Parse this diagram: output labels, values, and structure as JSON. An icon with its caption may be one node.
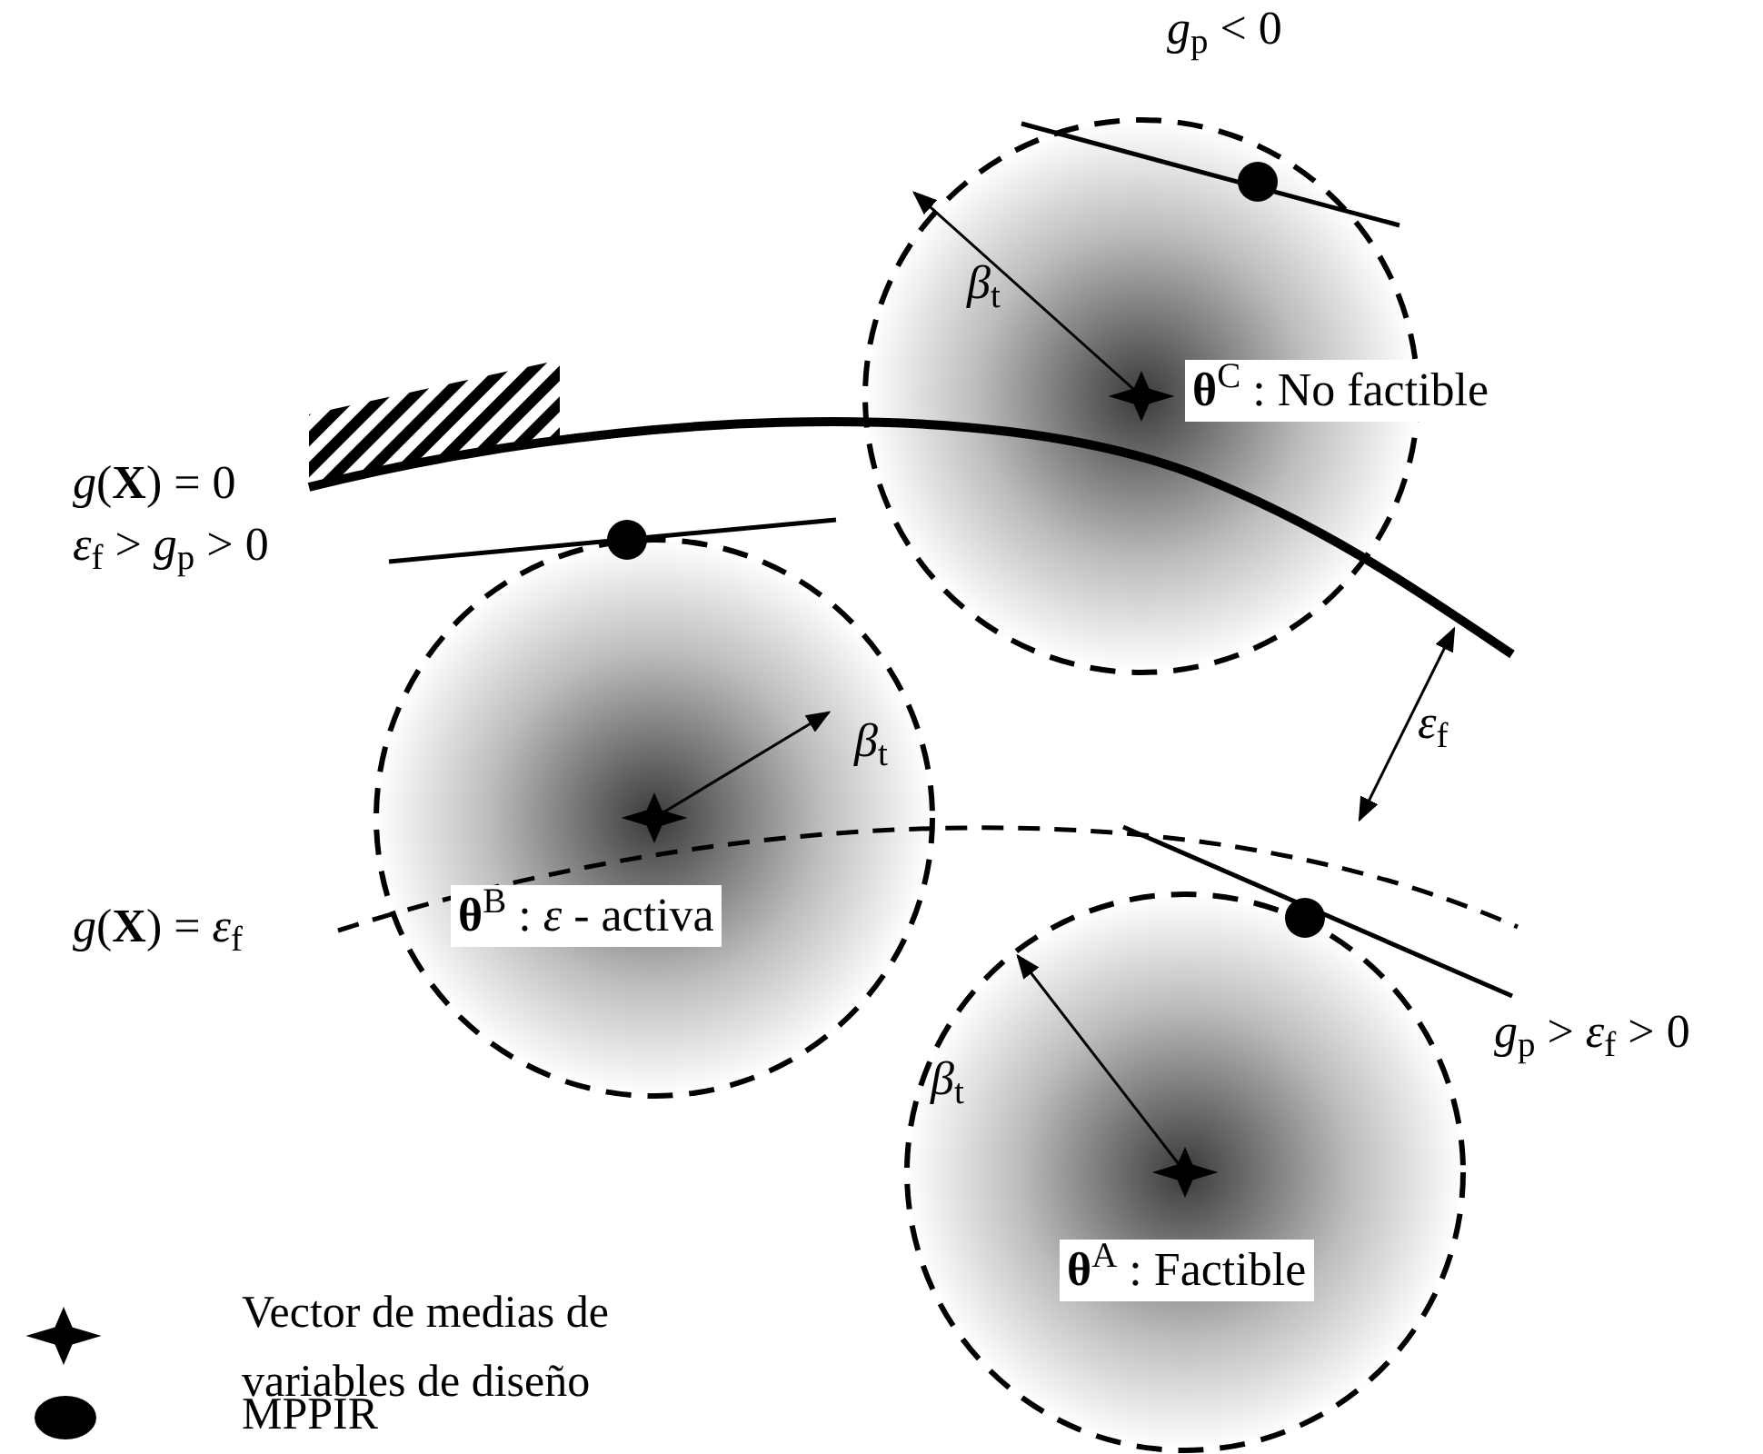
{
  "diagram": {
    "nodes": [
      {
        "text": [
          "**θ**$^{C}$ : No factible"
        ]
      },
      {
        "text": [
          "**θ**$^{B}$ : *ε* - activa"
        ]
      },
      {
        "text": [
          "**θ**$^{A}$ : Factible"
        ]
      }
    ],
    "labels": [
      "*g*$_{p}$ < 0",
      "*β*$_{t}$",
      "*g*(**X**) = 0",
      "*ε*$_{f}$ > *g*$_{p}$ > 0",
      "*β*$_{t}$",
      "*g*(**X**) = *ε*$_{f}$",
      "*ε*$_{f}$",
      "*g*$_{p}$ > *ε*$_{f}$ > 0",
      "*β*$_{t}$"
    ],
    "legend": [
      {
        "text": "Vector de medias de variables de diseño"
      },
      {
        "text": "MPPIR"
      }
    ]
  }
}
